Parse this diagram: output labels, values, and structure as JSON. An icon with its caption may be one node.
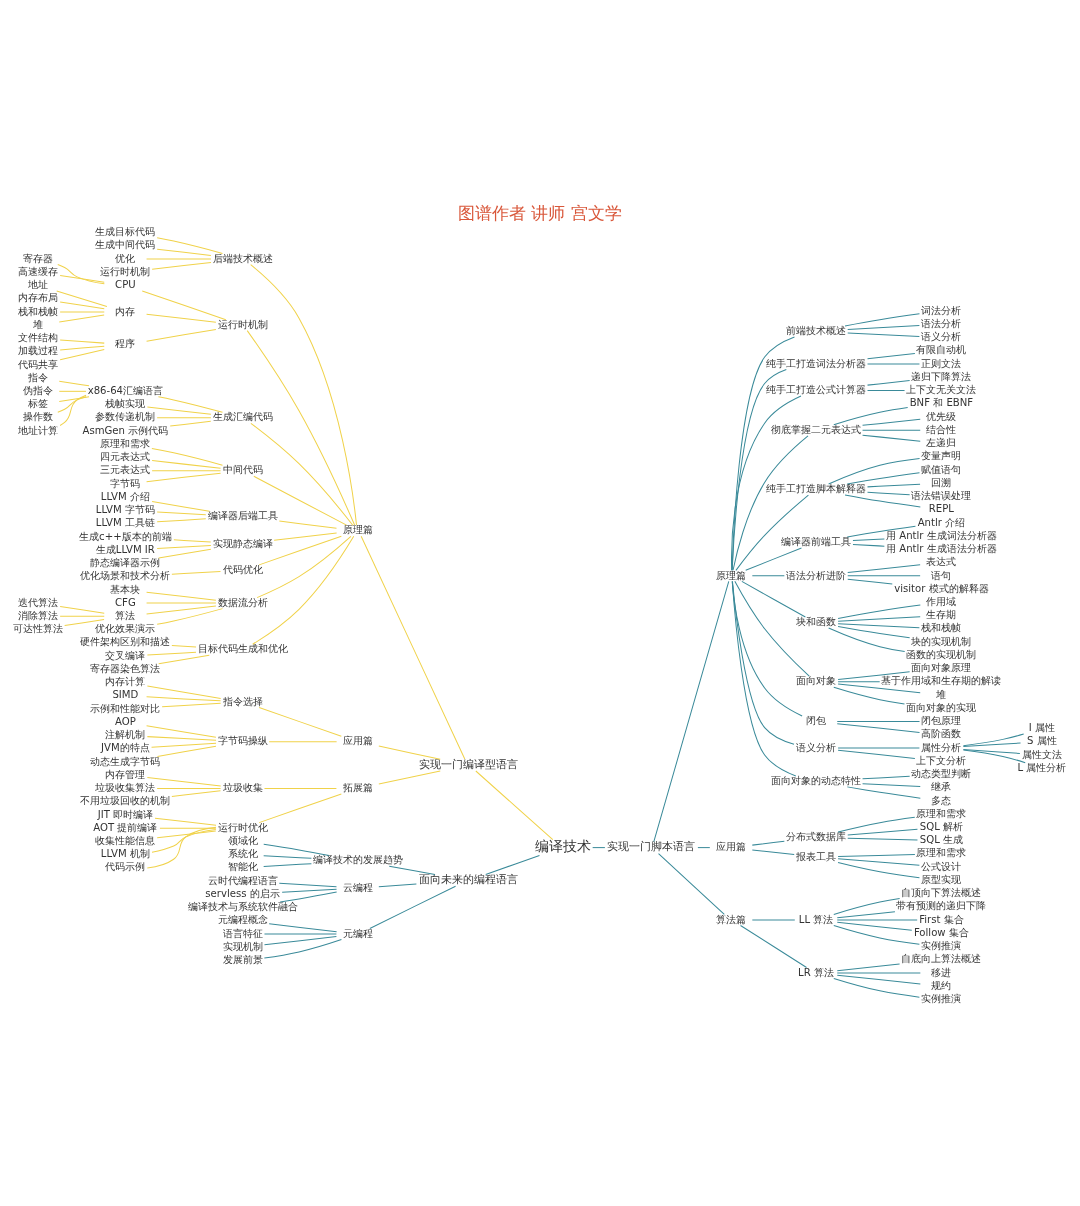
{
  "diagram": {
    "title": "图谱作者 讲师 宫文学",
    "nodes": [
      {
        "text": [
          "编译技术"
        ]
      },
      {
        "text": [
          "实现一门编译型语言"
        ]
      },
      {
        "text": [
          "原理篇"
        ]
      },
      {
        "text": [
          "后端技术概述"
        ]
      },
      {
        "text": [
          "生成目标代码"
        ]
      },
      {
        "text": [
          "生成中间代码"
        ]
      },
      {
        "text": [
          "优化"
        ]
      },
      {
        "text": [
          "运行时机制"
        ]
      },
      {
        "text": [
          "运行时机制"
        ]
      },
      {
        "text": [
          "CPU"
        ]
      },
      {
        "text": [
          "寄存器"
        ]
      },
      {
        "text": [
          "高速缓存"
        ]
      },
      {
        "text": [
          "内存"
        ]
      },
      {
        "text": [
          "地址"
        ]
      },
      {
        "text": [
          "内存布局"
        ]
      },
      {
        "text": [
          "栈和栈帧"
        ]
      },
      {
        "text": [
          "堆"
        ]
      },
      {
        "text": [
          "程序"
        ]
      },
      {
        "text": [
          "文件结构"
        ]
      },
      {
        "text": [
          "加载过程"
        ]
      },
      {
        "text": [
          "代码共享"
        ]
      },
      {
        "text": [
          "生成汇编代码"
        ]
      },
      {
        "text": [
          "x86-64汇编语言"
        ]
      },
      {
        "text": [
          "指令"
        ]
      },
      {
        "text": [
          "伪指令"
        ]
      },
      {
        "text": [
          "标签"
        ]
      },
      {
        "text": [
          "操作数"
        ]
      },
      {
        "text": [
          "地址计算"
        ]
      },
      {
        "text": [
          "栈帧实现"
        ]
      },
      {
        "text": [
          "参数传递机制"
        ]
      },
      {
        "text": [
          "AsmGen 示例代码"
        ]
      },
      {
        "text": [
          "中间代码"
        ]
      },
      {
        "text": [
          "原理和需求"
        ]
      },
      {
        "text": [
          "四元表达式"
        ]
      },
      {
        "text": [
          "三元表达式"
        ]
      },
      {
        "text": [
          "字节码"
        ]
      },
      {
        "text": [
          "编译器后端工具"
        ]
      },
      {
        "text": [
          "LLVM 介绍"
        ]
      },
      {
        "text": [
          "LLVM 字节码"
        ]
      },
      {
        "text": [
          "LLVM 工具链"
        ]
      },
      {
        "text": [
          "实现静态编译"
        ]
      },
      {
        "text": [
          "生成c++版本的前端"
        ]
      },
      {
        "text": [
          "生成LLVM IR"
        ]
      },
      {
        "text": [
          "静态编译器示例"
        ]
      },
      {
        "text": [
          "代码优化"
        ]
      },
      {
        "text": [
          "优化场景和技术分析"
        ]
      },
      {
        "text": [
          "数据流分析"
        ]
      },
      {
        "text": [
          "基本块"
        ]
      },
      {
        "text": [
          "CFG"
        ]
      },
      {
        "text": [
          "算法"
        ]
      },
      {
        "text": [
          "迭代算法"
        ]
      },
      {
        "text": [
          "消除算法"
        ]
      },
      {
        "text": [
          "可达性算法"
        ]
      },
      {
        "text": [
          "优化效果演示"
        ]
      },
      {
        "text": [
          "目标代码生成和优化"
        ]
      },
      {
        "text": [
          "硬件架构区别和描述"
        ]
      },
      {
        "text": [
          "交叉编译"
        ]
      },
      {
        "text": [
          "寄存器染色算法"
        ]
      },
      {
        "text": [
          "应用篇"
        ]
      },
      {
        "text": [
          "指令选择"
        ]
      },
      {
        "text": [
          "内存计算"
        ]
      },
      {
        "text": [
          "SIMD"
        ]
      },
      {
        "text": [
          "示例和性能对比"
        ]
      },
      {
        "text": [
          "字节码操纵"
        ]
      },
      {
        "text": [
          "AOP"
        ]
      },
      {
        "text": [
          "注解机制"
        ]
      },
      {
        "text": [
          "JVM的特点"
        ]
      },
      {
        "text": [
          "动态生成字节码"
        ]
      },
      {
        "text": [
          "拓展篇"
        ]
      },
      {
        "text": [
          "垃圾收集"
        ]
      },
      {
        "text": [
          "内存管理"
        ]
      },
      {
        "text": [
          "垃圾收集算法"
        ]
      },
      {
        "text": [
          "不用垃圾回收的机制"
        ]
      },
      {
        "text": [
          "运行时优化"
        ]
      },
      {
        "text": [
          "JIT 即时编译"
        ]
      },
      {
        "text": [
          "AOT 提前编译"
        ]
      },
      {
        "text": [
          "收集性能信息"
        ]
      },
      {
        "text": [
          "LLVM 机制"
        ]
      },
      {
        "text": [
          "代码示例"
        ]
      },
      {
        "text": [
          "面向未来的编程语言"
        ]
      },
      {
        "text": [
          "编译技术的发展趋势"
        ]
      },
      {
        "text": [
          "领域化"
        ]
      },
      {
        "text": [
          "系统化"
        ]
      },
      {
        "text": [
          "智能化"
        ]
      },
      {
        "text": [
          "云编程"
        ]
      },
      {
        "text": [
          "云时代编程语言"
        ]
      },
      {
        "text": [
          "servless 的启示"
        ]
      },
      {
        "text": [
          "编译技术与系统软件融合"
        ]
      },
      {
        "text": [
          "元编程"
        ]
      },
      {
        "text": [
          "元编程概念"
        ]
      },
      {
        "text": [
          "语言特征"
        ]
      },
      {
        "text": [
          "实现机制"
        ]
      },
      {
        "text": [
          "发展前景"
        ]
      },
      {
        "text": [
          "实现一门脚本语言"
        ]
      },
      {
        "text": [
          "原理篇"
        ]
      },
      {
        "text": [
          "前端技术概述"
        ]
      },
      {
        "text": [
          "词法分析"
        ]
      },
      {
        "text": [
          "语法分析"
        ]
      },
      {
        "text": [
          "语义分析"
        ]
      },
      {
        "text": [
          "纯手工打造词法分析器"
        ]
      },
      {
        "text": [
          "有限自动机"
        ]
      },
      {
        "text": [
          "正则文法"
        ]
      },
      {
        "text": [
          "纯手工打造公式计算器"
        ]
      },
      {
        "text": [
          "递归下降算法"
        ]
      },
      {
        "text": [
          "上下文无关文法"
        ]
      },
      {
        "text": [
          "彻底掌握二元表达式"
        ]
      },
      {
        "text": [
          "BNF 和 EBNF"
        ]
      },
      {
        "text": [
          "优先级"
        ]
      },
      {
        "text": [
          "结合性"
        ]
      },
      {
        "text": [
          "左递归"
        ]
      },
      {
        "text": [
          "纯手工打造脚本解释器"
        ]
      },
      {
        "text": [
          "变量声明"
        ]
      },
      {
        "text": [
          "赋值语句"
        ]
      },
      {
        "text": [
          "回溯"
        ]
      },
      {
        "text": [
          "语法错误处理"
        ]
      },
      {
        "text": [
          "REPL"
        ]
      },
      {
        "text": [
          "编译器前端工具"
        ]
      },
      {
        "text": [
          "Antlr 介绍"
        ]
      },
      {
        "text": [
          "用 Antlr 生成词法分析器"
        ]
      },
      {
        "text": [
          "用 Antlr 生成语法分析器"
        ]
      },
      {
        "text": [
          "语法分析进阶"
        ]
      },
      {
        "text": [
          "表达式"
        ]
      },
      {
        "text": [
          "语句"
        ]
      },
      {
        "text": [
          "visitor 模式的解释器"
        ]
      },
      {
        "text": [
          "块和函数"
        ]
      },
      {
        "text": [
          "作用域"
        ]
      },
      {
        "text": [
          "生存期"
        ]
      },
      {
        "text": [
          "栈和栈帧"
        ]
      },
      {
        "text": [
          "块的实现机制"
        ]
      },
      {
        "text": [
          "函数的实现机制"
        ]
      },
      {
        "text": [
          "面向对象"
        ]
      },
      {
        "text": [
          "面向对象原理"
        ]
      },
      {
        "text": [
          "基于作用域和生存期的解读"
        ]
      },
      {
        "text": [
          "堆"
        ]
      },
      {
        "text": [
          "面向对象的实现"
        ]
      },
      {
        "text": [
          "闭包"
        ]
      },
      {
        "text": [
          "闭包原理"
        ]
      },
      {
        "text": [
          "高阶函数"
        ]
      },
      {
        "text": [
          "语义分析"
        ]
      },
      {
        "text": [
          "属性分析"
        ]
      },
      {
        "text": [
          "I 属性"
        ]
      },
      {
        "text": [
          "S 属性"
        ]
      },
      {
        "text": [
          "属性文法"
        ]
      },
      {
        "text": [
          "L 属性分析"
        ]
      },
      {
        "text": [
          "上下文分析"
        ]
      },
      {
        "text": [
          "面向对象的动态特性"
        ]
      },
      {
        "text": [
          "动态类型判断"
        ]
      },
      {
        "text": [
          "继承"
        ]
      },
      {
        "text": [
          "多态"
        ]
      },
      {
        "text": [
          "应用篇"
        ]
      },
      {
        "text": [
          "分布式数据库"
        ]
      },
      {
        "text": [
          "原理和需求"
        ]
      },
      {
        "text": [
          "SQL 解析"
        ]
      },
      {
        "text": [
          "SQL 生成"
        ]
      },
      {
        "text": [
          "报表工具"
        ]
      },
      {
        "text": [
          "原理和需求"
        ]
      },
      {
        "text": [
          "公式设计"
        ]
      },
      {
        "text": [
          "原型实现"
        ]
      },
      {
        "text": [
          "算法篇"
        ]
      },
      {
        "text": [
          "LL 算法"
        ]
      },
      {
        "text": [
          "自顶向下算法概述"
        ]
      },
      {
        "text": [
          "带有预测的递归下降"
        ]
      },
      {
        "text": [
          "First 集合"
        ]
      },
      {
        "text": [
          "Follow 集合"
        ]
      },
      {
        "text": [
          "实例推演"
        ]
      },
      {
        "text": [
          "LR 算法"
        ]
      },
      {
        "text": [
          "自底向上算法概述"
        ]
      },
      {
        "text": [
          "移进"
        ]
      },
      {
        "text": [
          "规约"
        ]
      },
      {
        "text": [
          "实例推演"
        ]
      }
    ],
    "edges": [
      {
        "from": 0,
        "to": 1,
        "arrow": "none",
        "color": "#f0d24a"
      },
      {
        "from": 1,
        "to": 2,
        "arrow": "none",
        "color": "#f0d24a"
      },
      {
        "from": 2,
        "to": 3,
        "arrow": "none",
        "color": "#f0d24a"
      },
      {
        "from": 3,
        "to": 4,
        "arrow": "none",
        "color": "#f0d24a"
      },
      {
        "from": 3,
        "to": 5,
        "arrow": "none",
        "color": "#f0d24a"
      },
      {
        "from": 3,
        "to": 6,
        "arrow": "none",
        "color": "#f0d24a"
      },
      {
        "from": 3,
        "to": 7,
        "arrow": "none",
        "color": "#f0d24a"
      },
      {
        "from": 2,
        "to": 8,
        "arrow": "none",
        "color": "#f0d24a"
      },
      {
        "from": 8,
        "to": 9,
        "arrow": "none",
        "color": "#f0d24a"
      },
      {
        "from": 9,
        "to": 10,
        "arrow": "none",
        "color": "#f0d24a"
      },
      {
        "from": 9,
        "to": 11,
        "arrow": "none",
        "color": "#f0d24a"
      },
      {
        "from": 8,
        "to": 12,
        "arrow": "none",
        "color": "#f0d24a"
      },
      {
        "from": 12,
        "to": 13,
        "arrow": "none",
        "color": "#f0d24a"
      },
      {
        "from": 12,
        "to": 14,
        "arrow": "none",
        "color": "#f0d24a"
      },
      {
        "from": 12,
        "to": 15,
        "arrow": "none",
        "color": "#f0d24a"
      },
      {
        "from": 12,
        "to": 16,
        "arrow": "none",
        "color": "#f0d24a"
      },
      {
        "from": 8,
        "to": 17,
        "arrow": "none",
        "color": "#f0d24a"
      },
      {
        "from": 17,
        "to": 18,
        "arrow": "none",
        "color": "#f0d24a"
      },
      {
        "from": 17,
        "to": 19,
        "arrow": "none",
        "color": "#f0d24a"
      },
      {
        "from": 17,
        "to": 20,
        "arrow": "none",
        "color": "#f0d24a"
      },
      {
        "from": 2,
        "to": 21,
        "arrow": "none",
        "color": "#f0d24a"
      },
      {
        "from": 21,
        "to": 22,
        "arrow": "none",
        "color": "#f0d24a"
      },
      {
        "from": 22,
        "to": 23,
        "arrow": "none",
        "color": "#f0d24a"
      },
      {
        "from": 22,
        "to": 24,
        "arrow": "none",
        "color": "#f0d24a"
      },
      {
        "from": 22,
        "to": 25,
        "arrow": "none",
        "color": "#f0d24a"
      },
      {
        "from": 22,
        "to": 26,
        "arrow": "none",
        "color": "#f0d24a"
      },
      {
        "from": 22,
        "to": 27,
        "arrow": "none",
        "color": "#f0d24a"
      },
      {
        "from": 21,
        "to": 28,
        "arrow": "none",
        "color": "#f0d24a"
      },
      {
        "from": 21,
        "to": 29,
        "arrow": "none",
        "color": "#f0d24a"
      },
      {
        "from": 21,
        "to": 30,
        "arrow": "none",
        "color": "#f0d24a"
      },
      {
        "from": 2,
        "to": 31,
        "arrow": "none",
        "color": "#f0d24a"
      },
      {
        "from": 31,
        "to": 32,
        "arrow": "none",
        "color": "#f0d24a"
      },
      {
        "from": 31,
        "to": 33,
        "arrow": "none",
        "color": "#f0d24a"
      },
      {
        "from": 31,
        "to": 34,
        "arrow": "none",
        "color": "#f0d24a"
      },
      {
        "from": 31,
        "to": 35,
        "arrow": "none",
        "color": "#f0d24a"
      },
      {
        "from": 2,
        "to": 36,
        "arrow": "none",
        "color": "#f0d24a"
      },
      {
        "from": 36,
        "to": 37,
        "arrow": "none",
        "color": "#f0d24a"
      },
      {
        "from": 36,
        "to": 38,
        "arrow": "none",
        "color": "#f0d24a"
      },
      {
        "from": 36,
        "to": 39,
        "arrow": "none",
        "color": "#f0d24a"
      },
      {
        "from": 2,
        "to": 40,
        "arrow": "none",
        "color": "#f0d24a"
      },
      {
        "from": 40,
        "to": 41,
        "arrow": "none",
        "color": "#f0d24a"
      },
      {
        "from": 40,
        "to": 42,
        "arrow": "none",
        "color": "#f0d24a"
      },
      {
        "from": 40,
        "to": 43,
        "arrow": "none",
        "color": "#f0d24a"
      },
      {
        "from": 2,
        "to": 44,
        "arrow": "none",
        "color": "#f0d24a"
      },
      {
        "from": 44,
        "to": 45,
        "arrow": "none",
        "color": "#f0d24a"
      },
      {
        "from": 2,
        "to": 46,
        "arrow": "none",
        "color": "#f0d24a"
      },
      {
        "from": 46,
        "to": 47,
        "arrow": "none",
        "color": "#f0d24a"
      },
      {
        "from": 46,
        "to": 48,
        "arrow": "none",
        "color": "#f0d24a"
      },
      {
        "from": 46,
        "to": 49,
        "arrow": "none",
        "color": "#f0d24a"
      },
      {
        "from": 49,
        "to": 50,
        "arrow": "none",
        "color": "#f0d24a"
      },
      {
        "from": 49,
        "to": 51,
        "arrow": "none",
        "color": "#f0d24a"
      },
      {
        "from": 49,
        "to": 52,
        "arrow": "none",
        "color": "#f0d24a"
      },
      {
        "from": 46,
        "to": 53,
        "arrow": "none",
        "color": "#f0d24a"
      },
      {
        "from": 2,
        "to": 54,
        "arrow": "none",
        "color": "#f0d24a"
      },
      {
        "from": 54,
        "to": 55,
        "arrow": "none",
        "color": "#f0d24a"
      },
      {
        "from": 54,
        "to": 56,
        "arrow": "none",
        "color": "#f0d24a"
      },
      {
        "from": 54,
        "to": 57,
        "arrow": "none",
        "color": "#f0d24a"
      },
      {
        "from": 1,
        "to": 58,
        "arrow": "none",
        "color": "#f0d24a"
      },
      {
        "from": 58,
        "to": 59,
        "arrow": "none",
        "color": "#f0d24a"
      },
      {
        "from": 59,
        "to": 60,
        "arrow": "none",
        "color": "#f0d24a"
      },
      {
        "from": 59,
        "to": 61,
        "arrow": "none",
        "color": "#f0d24a"
      },
      {
        "from": 59,
        "to": 62,
        "arrow": "none",
        "color": "#f0d24a"
      },
      {
        "from": 58,
        "to": 63,
        "arrow": "none",
        "color": "#f0d24a"
      },
      {
        "from": 63,
        "to": 64,
        "arrow": "none",
        "color": "#f0d24a"
      },
      {
        "from": 63,
        "to": 65,
        "arrow": "none",
        "color": "#f0d24a"
      },
      {
        "from": 63,
        "to": 66,
        "arrow": "none",
        "color": "#f0d24a"
      },
      {
        "from": 63,
        "to": 67,
        "arrow": "none",
        "color": "#f0d24a"
      },
      {
        "from": 1,
        "to": 68,
        "arrow": "none",
        "color": "#f0d24a"
      },
      {
        "from": 68,
        "to": 69,
        "arrow": "none",
        "color": "#f0d24a"
      },
      {
        "from": 69,
        "to": 70,
        "arrow": "none",
        "color": "#f0d24a"
      },
      {
        "from": 69,
        "to": 71,
        "arrow": "none",
        "color": "#f0d24a"
      },
      {
        "from": 69,
        "to": 72,
        "arrow": "none",
        "color": "#f0d24a"
      },
      {
        "from": 68,
        "to": 73,
        "arrow": "none",
        "color": "#f0d24a"
      },
      {
        "from": 73,
        "to": 74,
        "arrow": "none",
        "color": "#f0d24a"
      },
      {
        "from": 73,
        "to": 75,
        "arrow": "none",
        "color": "#f0d24a"
      },
      {
        "from": 73,
        "to": 76,
        "arrow": "none",
        "color": "#f0d24a"
      },
      {
        "from": 73,
        "to": 77,
        "arrow": "none",
        "color": "#f0d24a"
      },
      {
        "from": 73,
        "to": 78,
        "arrow": "none",
        "color": "#f0d24a"
      },
      {
        "from": 0,
        "to": 79,
        "arrow": "none"
      },
      {
        "from": 79,
        "to": 80,
        "arrow": "none"
      },
      {
        "from": 80,
        "to": 81,
        "arrow": "none"
      },
      {
        "from": 80,
        "to": 82,
        "arrow": "none"
      },
      {
        "from": 80,
        "to": 83,
        "arrow": "none"
      },
      {
        "from": 79,
        "to": 84,
        "arrow": "none"
      },
      {
        "from": 84,
        "to": 85,
        "arrow": "none"
      },
      {
        "from": 84,
        "to": 86,
        "arrow": "none"
      },
      {
        "from": 84,
        "to": 87,
        "arrow": "none"
      },
      {
        "from": 79,
        "to": 88,
        "arrow": "none"
      },
      {
        "from": 88,
        "to": 89,
        "arrow": "none"
      },
      {
        "from": 88,
        "to": 90,
        "arrow": "none"
      },
      {
        "from": 88,
        "to": 91,
        "arrow": "none"
      },
      {
        "from": 88,
        "to": 92,
        "arrow": "none"
      },
      {
        "from": 0,
        "to": 93,
        "arrow": "none"
      },
      {
        "from": 93,
        "to": 94,
        "arrow": "none"
      },
      {
        "from": 94,
        "to": 95,
        "arrow": "none"
      },
      {
        "from": 95,
        "to": 96,
        "arrow": "none"
      },
      {
        "from": 95,
        "to": 97,
        "arrow": "none"
      },
      {
        "from": 95,
        "to": 98,
        "arrow": "none"
      },
      {
        "from": 94,
        "to": 99,
        "arrow": "none"
      },
      {
        "from": 99,
        "to": 100,
        "arrow": "none"
      },
      {
        "from": 99,
        "to": 101,
        "arrow": "none"
      },
      {
        "from": 94,
        "to": 102,
        "arrow": "none"
      },
      {
        "from": 102,
        "to": 103,
        "arrow": "none"
      },
      {
        "from": 102,
        "to": 104,
        "arrow": "none"
      },
      {
        "from": 94,
        "to": 105,
        "arrow": "none"
      },
      {
        "from": 105,
        "to": 106,
        "arrow": "none"
      },
      {
        "from": 105,
        "to": 107,
        "arrow": "none"
      },
      {
        "from": 105,
        "to": 108,
        "arrow": "none"
      },
      {
        "from": 105,
        "to": 109,
        "arrow": "none"
      },
      {
        "from": 94,
        "to": 110,
        "arrow": "none"
      },
      {
        "from": 110,
        "to": 111,
        "arrow": "none"
      },
      {
        "from": 110,
        "to": 112,
        "arrow": "none"
      },
      {
        "from": 110,
        "to": 113,
        "arrow": "none"
      },
      {
        "from": 110,
        "to": 114,
        "arrow": "none"
      },
      {
        "from": 110,
        "to": 115,
        "arrow": "none"
      },
      {
        "from": 94,
        "to": 116,
        "arrow": "none"
      },
      {
        "from": 116,
        "to": 117,
        "arrow": "none"
      },
      {
        "from": 116,
        "to": 118,
        "arrow": "none"
      },
      {
        "from": 116,
        "to": 119,
        "arrow": "none"
      },
      {
        "from": 94,
        "to": 120,
        "arrow": "none"
      },
      {
        "from": 120,
        "to": 121,
        "arrow": "none"
      },
      {
        "from": 120,
        "to": 122,
        "arrow": "none"
      },
      {
        "from": 120,
        "to": 123,
        "arrow": "none"
      },
      {
        "from": 94,
        "to": 124,
        "arrow": "none"
      },
      {
        "from": 124,
        "to": 125,
        "arrow": "none"
      },
      {
        "from": 124,
        "to": 126,
        "arrow": "none"
      },
      {
        "from": 124,
        "to": 127,
        "arrow": "none"
      },
      {
        "from": 124,
        "to": 128,
        "arrow": "none"
      },
      {
        "from": 124,
        "to": 129,
        "arrow": "none"
      },
      {
        "from": 94,
        "to": 130,
        "arrow": "none"
      },
      {
        "from": 130,
        "to": 131,
        "arrow": "none"
      },
      {
        "from": 130,
        "to": 132,
        "arrow": "none"
      },
      {
        "from": 130,
        "to": 133,
        "arrow": "none"
      },
      {
        "from": 130,
        "to": 134,
        "arrow": "none"
      },
      {
        "from": 94,
        "to": 135,
        "arrow": "none"
      },
      {
        "from": 135,
        "to": 136,
        "arrow": "none"
      },
      {
        "from": 135,
        "to": 137,
        "arrow": "none"
      },
      {
        "from": 94,
        "to": 138,
        "arrow": "none"
      },
      {
        "from": 138,
        "to": 139,
        "arrow": "none"
      },
      {
        "from": 139,
        "to": 140,
        "arrow": "none"
      },
      {
        "from": 139,
        "to": 141,
        "arrow": "none"
      },
      {
        "from": 139,
        "to": 142,
        "arrow": "none"
      },
      {
        "from": 139,
        "to": 143,
        "arrow": "none"
      },
      {
        "from": 138,
        "to": 144,
        "arrow": "none"
      },
      {
        "from": 94,
        "to": 145,
        "arrow": "none"
      },
      {
        "from": 145,
        "to": 146,
        "arrow": "none"
      },
      {
        "from": 145,
        "to": 147,
        "arrow": "none"
      },
      {
        "from": 145,
        "to": 148,
        "arrow": "none"
      },
      {
        "from": 93,
        "to": 149,
        "arrow": "none"
      },
      {
        "from": 149,
        "to": 150,
        "arrow": "none"
      },
      {
        "from": 150,
        "to": 151,
        "arrow": "none"
      },
      {
        "from": 150,
        "to": 152,
        "arrow": "none"
      },
      {
        "from": 150,
        "to": 153,
        "arrow": "none"
      },
      {
        "from": 149,
        "to": 154,
        "arrow": "none"
      },
      {
        "from": 154,
        "to": 155,
        "arrow": "none"
      },
      {
        "from": 154,
        "to": 156,
        "arrow": "none"
      },
      {
        "from": 154,
        "to": 157,
        "arrow": "none"
      },
      {
        "from": 93,
        "to": 158,
        "arrow": "none"
      },
      {
        "from": 158,
        "to": 159,
        "arrow": "none"
      },
      {
        "from": 159,
        "to": 160,
        "arrow": "none"
      },
      {
        "from": 159,
        "to": 161,
        "arrow": "none"
      },
      {
        "from": 159,
        "to": 162,
        "arrow": "none"
      },
      {
        "from": 159,
        "to": 163,
        "arrow": "none"
      },
      {
        "from": 159,
        "to": 164,
        "arrow": "none"
      },
      {
        "from": 158,
        "to": 165,
        "arrow": "none"
      },
      {
        "from": 165,
        "to": 166,
        "arrow": "none"
      },
      {
        "from": 165,
        "to": 167,
        "arrow": "none"
      },
      {
        "from": 165,
        "to": 168,
        "arrow": "none"
      },
      {
        "from": 165,
        "to": 169,
        "arrow": "none"
      }
    ]
  }
}
